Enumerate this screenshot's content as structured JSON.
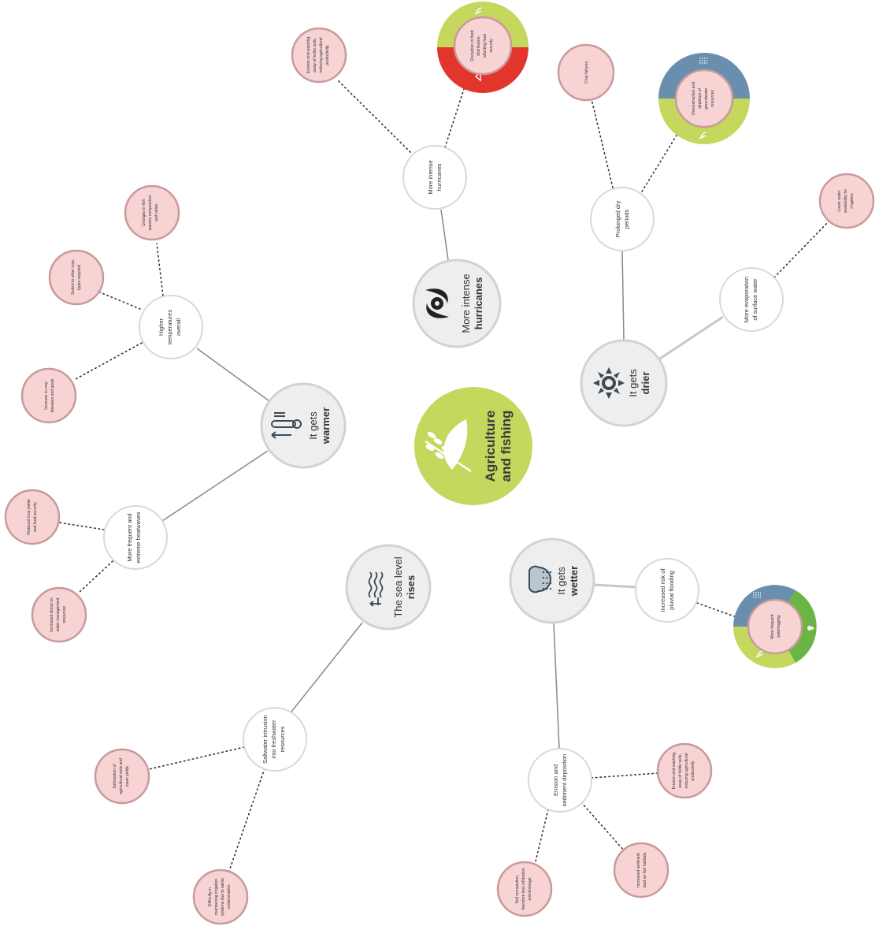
{
  "center": {
    "line1": "Agriculture",
    "line2": "and fishing"
  },
  "hubs": {
    "warmer": {
      "line1": "It gets",
      "line2": "warmer"
    },
    "hurricanes": {
      "line1": "More intense",
      "line2": "hurricanes"
    },
    "drier": {
      "line1": "It gets",
      "line2": "drier"
    },
    "wetter": {
      "line1": "It gets",
      "line2": "wetter"
    },
    "sea": {
      "line1": "The sea level",
      "line2": "rises"
    }
  },
  "mids": {
    "higher_temps": [
      "Higher",
      "temperatures",
      "overall"
    ],
    "heatwaves": [
      "More frequent and",
      "extreme heatwaves"
    ],
    "hurricanes": [
      "More intense",
      "hurricanes"
    ],
    "dry_periods": [
      "Prolonged dry",
      "periods"
    ],
    "evaporation": [
      "More evaporation",
      "of surface water"
    ],
    "pluvial": [
      "Increased risk of",
      "pluvial flooding"
    ],
    "erosion": [
      "Erosion and",
      "sediment deposition"
    ],
    "saltwater": [
      "Saltwater intrusion",
      "into freshwater",
      "resources"
    ]
  },
  "leaves": {
    "fish_species": [
      "Changes in fish",
      "species composition",
      "and ratios"
    ],
    "switch_crops": [
      "Switch to other crop",
      "types required"
    ],
    "crop_diseases": [
      "Increase in crop",
      "diseases and pests"
    ],
    "reduced_yields": [
      "Reduced crop yields",
      "and food security"
    ],
    "water_stress": [
      "Increased stress on",
      "water management",
      "resources"
    ],
    "erosion_soils_top": [
      "Erosion and washing",
      "away of fertile soils,",
      "reducing agricultural",
      "productivity"
    ],
    "food_distribution": [
      "Disruption in food",
      "distribution,",
      "affecting food",
      "security"
    ],
    "crop_failures": [
      "Crop failures"
    ],
    "groundwater": [
      "Overextraction and",
      "depletion of",
      "groundwater",
      "resources"
    ],
    "irrigation_water": [
      "Lower water",
      "availability for",
      "irrigation"
    ],
    "waterlogging": [
      "More frequent",
      "waterlogging"
    ],
    "erosion_soils_bottom": [
      "Erosion and washing",
      "away of fertile soils,",
      "reducing agricultural",
      "productivity"
    ],
    "sediment_fish": [
      "Increased sediment",
      "load on fish habitats"
    ],
    "soil_compaction": [
      "Soil compaction,",
      "therefore less infiltration",
      "and drainage"
    ],
    "salinization": [
      "Salinization of",
      "agricultural soils and",
      "lower yields"
    ],
    "saline_irrigation": [
      "Difficulty in",
      "maintaining irrigation",
      "systems due to saline",
      "contamination"
    ]
  },
  "colors": {
    "center_green": "#c5d75d",
    "ring_green": "#c5d75d",
    "ring_red": "#e2352b",
    "ring_blue": "#6a8fae",
    "ring_dark_green": "#6cb544",
    "leaf_fill": "#f7d3d4",
    "leaf_stroke": "#c99a9b"
  },
  "icons": {
    "center": "wheat-fish-icon",
    "warmer": "thermometer-up-icon",
    "hurricanes": "hurricane-icon",
    "drier": "sun-icon",
    "wetter": "rain-cloud-icon",
    "sea": "waves-rising-icon"
  }
}
